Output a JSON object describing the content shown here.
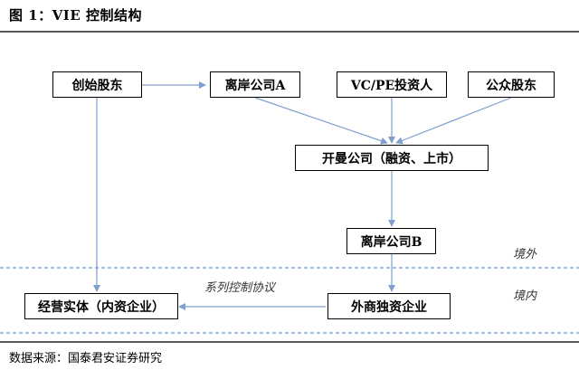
{
  "header": {
    "title": "图 1：VIE 控制结构"
  },
  "diagram": {
    "nodes": {
      "founder": "创始股东",
      "offshore_a": "离岸公司A",
      "vcpe": "VC/PE投资人",
      "public": "公众股东",
      "cayman": "开曼公司（融资、上市）",
      "offshore_b": "离岸公司B",
      "wfoe": "外商独资企业",
      "domestic": "经营实体（内资企业）"
    },
    "edge_label": "系列控制协议",
    "zones": {
      "offshore": "境外",
      "domestic": "境内"
    }
  },
  "footer": {
    "source": "数据来源：国泰君安证券研究"
  },
  "colors": {
    "arrow": "#7f9fcf",
    "dashed": "#4a7fc0",
    "rule": "#5a5a5a"
  }
}
